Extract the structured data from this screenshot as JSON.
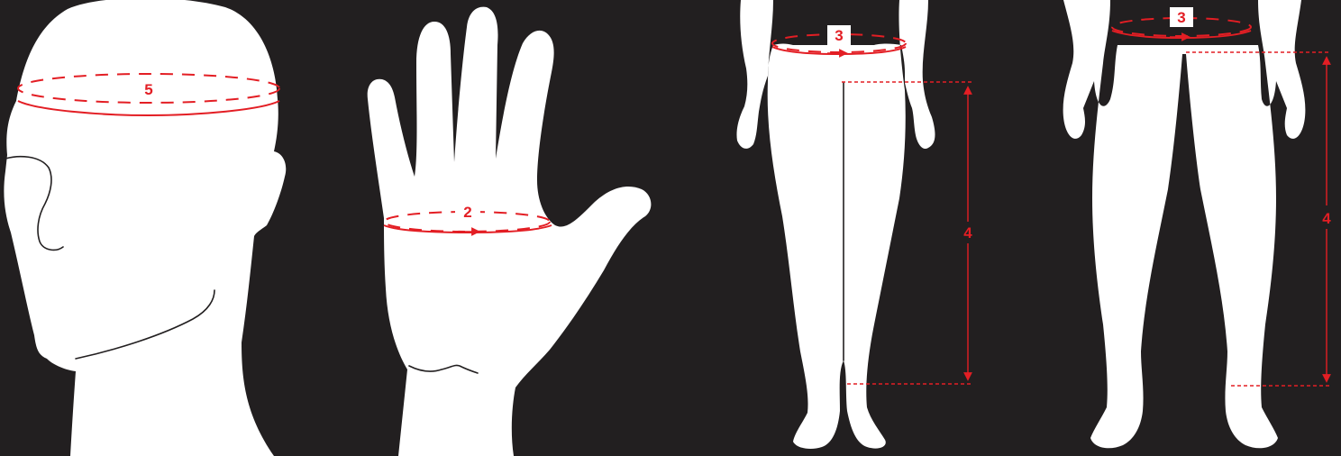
{
  "figures": [
    {
      "figure": "head",
      "measurement_label": "5"
    },
    {
      "figure": "hand",
      "measurement_label": "2"
    },
    {
      "figure": "body-front-female",
      "waist_label": "3",
      "leg_label": "4"
    },
    {
      "figure": "body-front-male",
      "waist_label": "3",
      "leg_label": "4"
    }
  ],
  "colors": {
    "background": "#221f20",
    "silhouette": "#ffffff",
    "measure": "#e31e24"
  }
}
